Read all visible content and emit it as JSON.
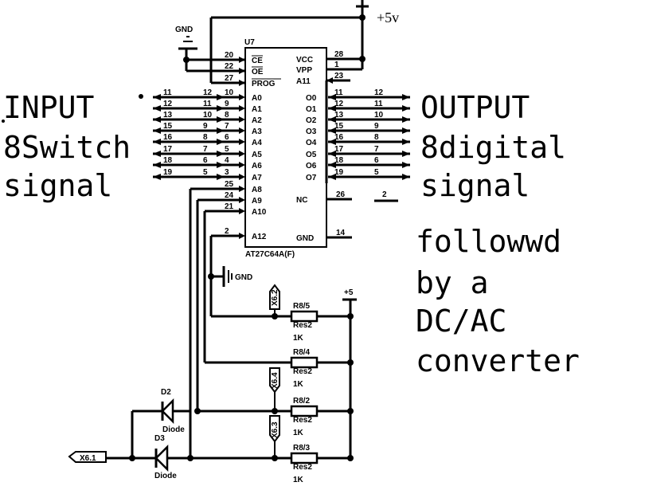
{
  "annotations": {
    "input_lines": [
      "INPUT",
      "8Switch",
      "signal"
    ],
    "output_lines": [
      "OUTPUT",
      "8digital",
      "signal"
    ],
    "note_lines": [
      "followwd",
      "by a",
      "DC/AC",
      "converter"
    ]
  },
  "power": {
    "top_label": "+5v",
    "top_tick": "+5",
    "rail_label": "+5",
    "gnd_top": "GND",
    "gnd_mid": "GND"
  },
  "chip": {
    "ref": "U7",
    "part": "AT27C64A(F)",
    "left_pins": [
      {
        "num": "20",
        "name": "CE"
      },
      {
        "num": "22",
        "name": "OE"
      },
      {
        "num": "27",
        "name": "PROG"
      },
      {
        "num": "10",
        "name": "A0"
      },
      {
        "num": "9",
        "name": "A1"
      },
      {
        "num": "8",
        "name": "A2"
      },
      {
        "num": "7",
        "name": "A3"
      },
      {
        "num": "6",
        "name": "A4"
      },
      {
        "num": "5",
        "name": "A5"
      },
      {
        "num": "4",
        "name": "A6"
      },
      {
        "num": "3",
        "name": "A7"
      },
      {
        "num": "25",
        "name": "A8"
      },
      {
        "num": "24",
        "name": "A9"
      },
      {
        "num": "21",
        "name": "A10"
      },
      {
        "num": "2",
        "name": "A12"
      }
    ],
    "right_pins": [
      {
        "num": "28",
        "name": "VCC"
      },
      {
        "num": "1",
        "name": "VPP"
      },
      {
        "num": "23",
        "name": "A11"
      },
      {
        "num": "11",
        "name": "O0"
      },
      {
        "num": "12",
        "name": "O1"
      },
      {
        "num": "13",
        "name": "O2"
      },
      {
        "num": "15",
        "name": "O3"
      },
      {
        "num": "16",
        "name": "O4"
      },
      {
        "num": "17",
        "name": "O5"
      },
      {
        "num": "18",
        "name": "O6"
      },
      {
        "num": "19",
        "name": "O7"
      },
      {
        "num": "26",
        "name": "NC"
      },
      {
        "num": "14",
        "name": "GND"
      }
    ],
    "nc_extra": "2"
  },
  "input_bus": {
    "outer_nums": [
      "11",
      "12",
      "13",
      "15",
      "16",
      "17",
      "18",
      "19"
    ],
    "mid_nums": [
      "12",
      "11",
      "10",
      "9",
      "8",
      "7",
      "6",
      "5"
    ]
  },
  "output_bus": {
    "far_nums": [
      "12",
      "11",
      "10",
      "9",
      "8",
      "7",
      "6",
      "5"
    ]
  },
  "resistors": [
    {
      "ref": "R8/5",
      "type": "Res2",
      "value": "1K"
    },
    {
      "ref": "R8/4",
      "type": "Res2",
      "value": "1K"
    },
    {
      "ref": "R8/2",
      "type": "Res2",
      "value": "1K"
    },
    {
      "ref": "R8/3",
      "type": "Res2",
      "value": "1K"
    }
  ],
  "connectors": {
    "x62": "X6.2",
    "x64": "X6.4",
    "x63": "X6.3",
    "x61": "X6.1"
  },
  "diodes": [
    {
      "ref": "D2",
      "type": "Diode"
    },
    {
      "ref": "D3",
      "type": "Diode"
    }
  ]
}
